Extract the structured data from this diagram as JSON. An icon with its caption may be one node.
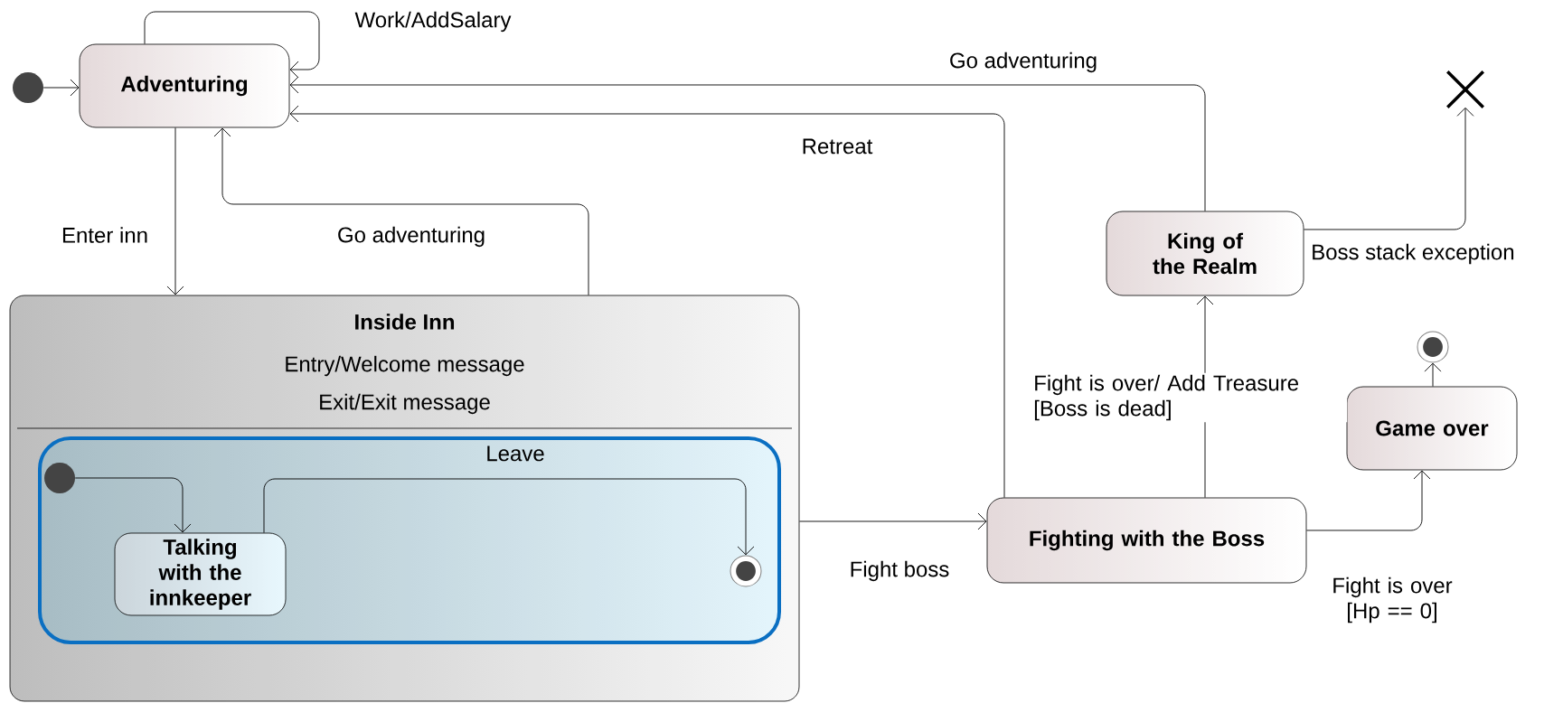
{
  "diagram": {
    "nodes": [
      {
        "text": [],
        "shape": "circle"
      },
      {
        "text": [
          "Adventuring"
        ]
      },
      {
        "text": [
          "Inside Inn",
          "Entry/Welcome message",
          "Exit/Exit message"
        ]
      },
      {
        "text": [],
        "shape": "box",
        "in": 2
      },
      {
        "text": [],
        "shape": "circle",
        "in": 3
      },
      {
        "text": [
          "Talking with the innkeeper"
        ],
        "in": 3
      },
      {
        "text": [],
        "shape": "bullseye",
        "in": 3
      },
      {
        "text": [
          "King of the Realm"
        ]
      },
      {
        "text": [],
        "shape": "cross"
      },
      {
        "text": [],
        "shape": "bullseye"
      },
      {
        "text": [
          "Game over"
        ]
      },
      {
        "text": [
          "Fighting with the Boss"
        ]
      }
    ],
    "edges": [
      {
        "from": 0,
        "to": 1,
        "arrow": "to"
      },
      {
        "from": 1,
        "to": 1,
        "arrow": "to",
        "label": "Work/AddSalary"
      },
      {
        "from": 1,
        "to": 2,
        "arrow": "to",
        "label": "Enter inn"
      },
      {
        "from": 2,
        "to": 1,
        "arrow": "to",
        "label": "Go adventuring"
      },
      {
        "from": 4,
        "to": 5,
        "arrow": "to"
      },
      {
        "from": 5,
        "to": 6,
        "arrow": "to",
        "label": "Leave"
      },
      {
        "from": 2,
        "to": 11,
        "arrow": "to",
        "label": "Fight boss"
      },
      {
        "from": 11,
        "to": 1,
        "arrow": "to",
        "label": "Retreat"
      },
      {
        "from": 7,
        "to": 1,
        "arrow": "to",
        "label": "Go adventuring"
      },
      {
        "from": 11,
        "to": 7,
        "arrow": "to",
        "label": "Fight is over/ Add Treasure [Boss is dead]"
      },
      {
        "from": 7,
        "to": 8,
        "arrow": "to",
        "label": "Boss stack exception"
      },
      {
        "from": 11,
        "to": 10,
        "arrow": "to",
        "label": "Fight is over [Hp == 0]"
      },
      {
        "from": 10,
        "to": 9,
        "arrow": "to"
      }
    ]
  }
}
